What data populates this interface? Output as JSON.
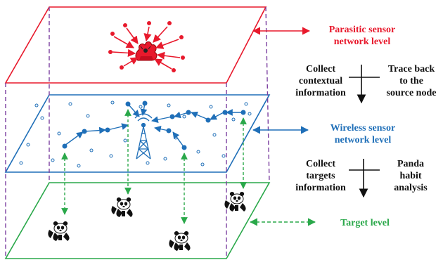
{
  "levels": {
    "parasitic": {
      "line1": "Parasitic sensor",
      "line2": "network level",
      "color": "#e8192c"
    },
    "wireless": {
      "line1": "Wireless sensor",
      "line2": "network level",
      "color": "#1f6fb8"
    },
    "target": {
      "label": "Target level",
      "color": "#2aa84a"
    }
  },
  "process_top": {
    "left": [
      "Collect",
      "contextual",
      "information"
    ],
    "right": [
      "Trace back",
      "to the",
      "source node"
    ]
  },
  "process_bottom": {
    "left": [
      "Collect",
      "targets",
      "information"
    ],
    "right": [
      "Panda",
      "habit",
      "analysis"
    ]
  },
  "colors": {
    "frame_dash": "#7b3fa0",
    "text": "#111111",
    "sensor_node": "#1f6fb8"
  },
  "icons": {
    "attack": "exploding-node-icon",
    "tower": "base-station-tower-icon",
    "animal": "panda-icon"
  }
}
